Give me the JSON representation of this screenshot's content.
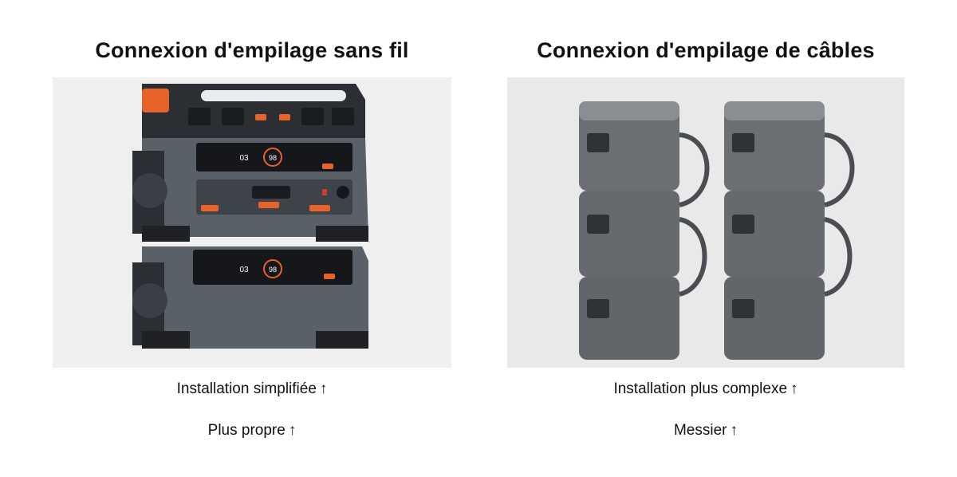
{
  "left": {
    "title": "Connexion d'empilage sans fil",
    "caption_1": "Installation simplifiée",
    "caption_2": "Plus propre",
    "display_upper": "98",
    "display_lower": "98",
    "readout_upper_a": "03",
    "readout_lower_a": "03"
  },
  "right": {
    "title": "Connexion d'empilage de câbles",
    "caption_1": "Installation plus complexe",
    "caption_2": "Messier"
  },
  "arrow_glyph": "↑",
  "colors": {
    "accent_orange": "#e8632a",
    "unit_dark": "#2b2e33",
    "unit_grey": "#5a6068",
    "panel_bg": "#efefef"
  }
}
